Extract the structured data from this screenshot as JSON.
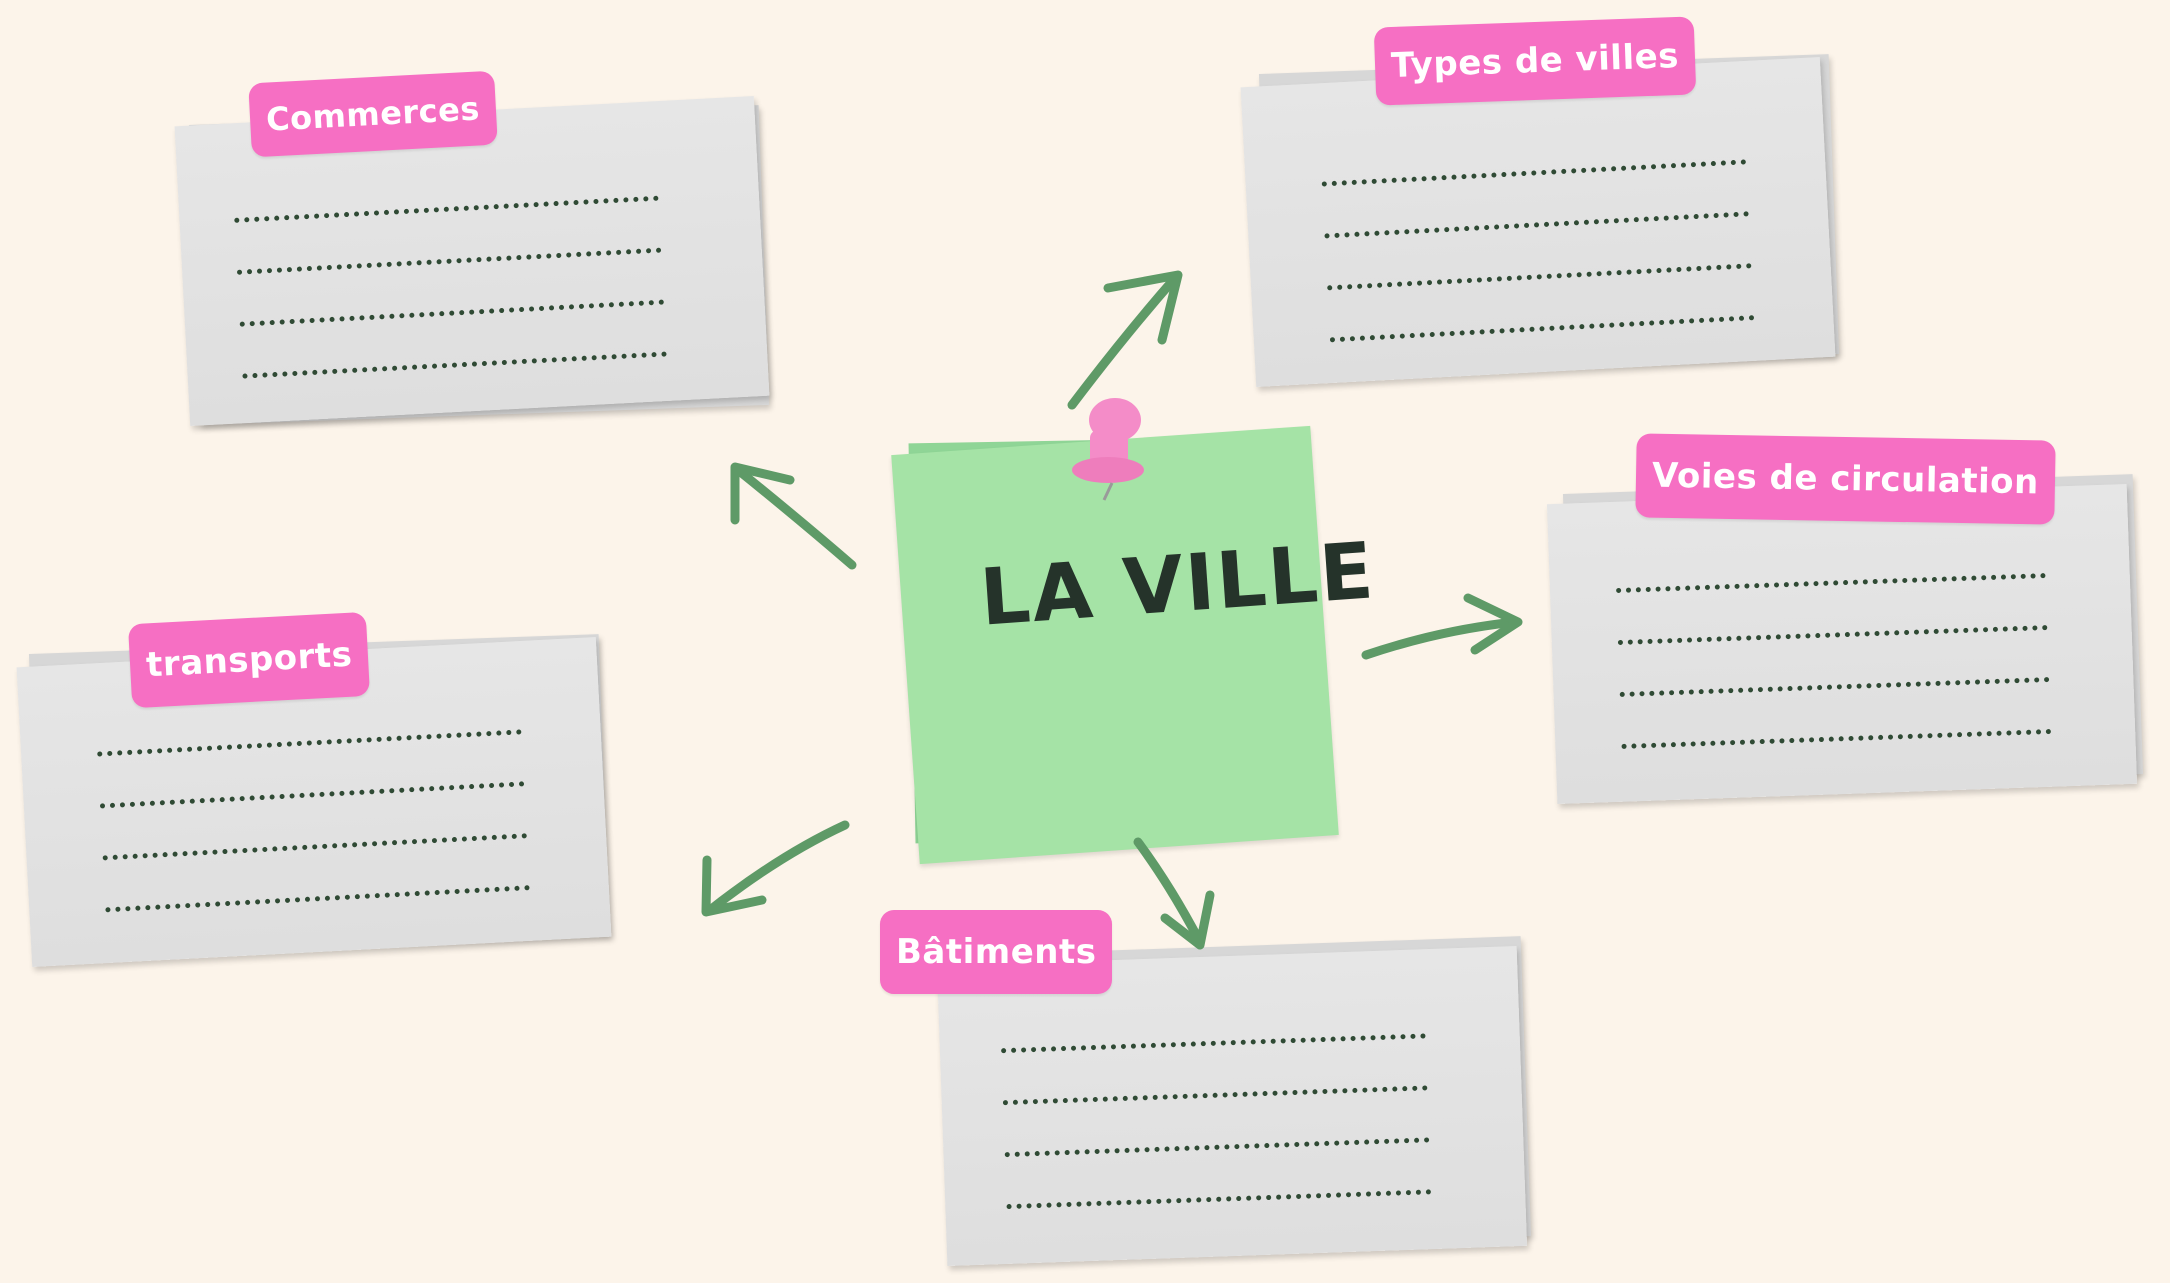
{
  "center": {
    "title": "LA VILLE"
  },
  "cards": [
    {
      "id": "commerces",
      "label": "Commerces"
    },
    {
      "id": "types",
      "label": "Types de villes"
    },
    {
      "id": "voies",
      "label": "Voies de circulation"
    },
    {
      "id": "transports",
      "label": "transports"
    },
    {
      "id": "batiments",
      "label": "Bâtiments"
    }
  ],
  "colors": {
    "background": "#fcf4ea",
    "tag": "#f66fc3",
    "note": "#a5e3a6",
    "arrow": "#5e9a67",
    "pin": "#f48cc8"
  },
  "icons": {
    "pin": "push-pin-icon"
  }
}
